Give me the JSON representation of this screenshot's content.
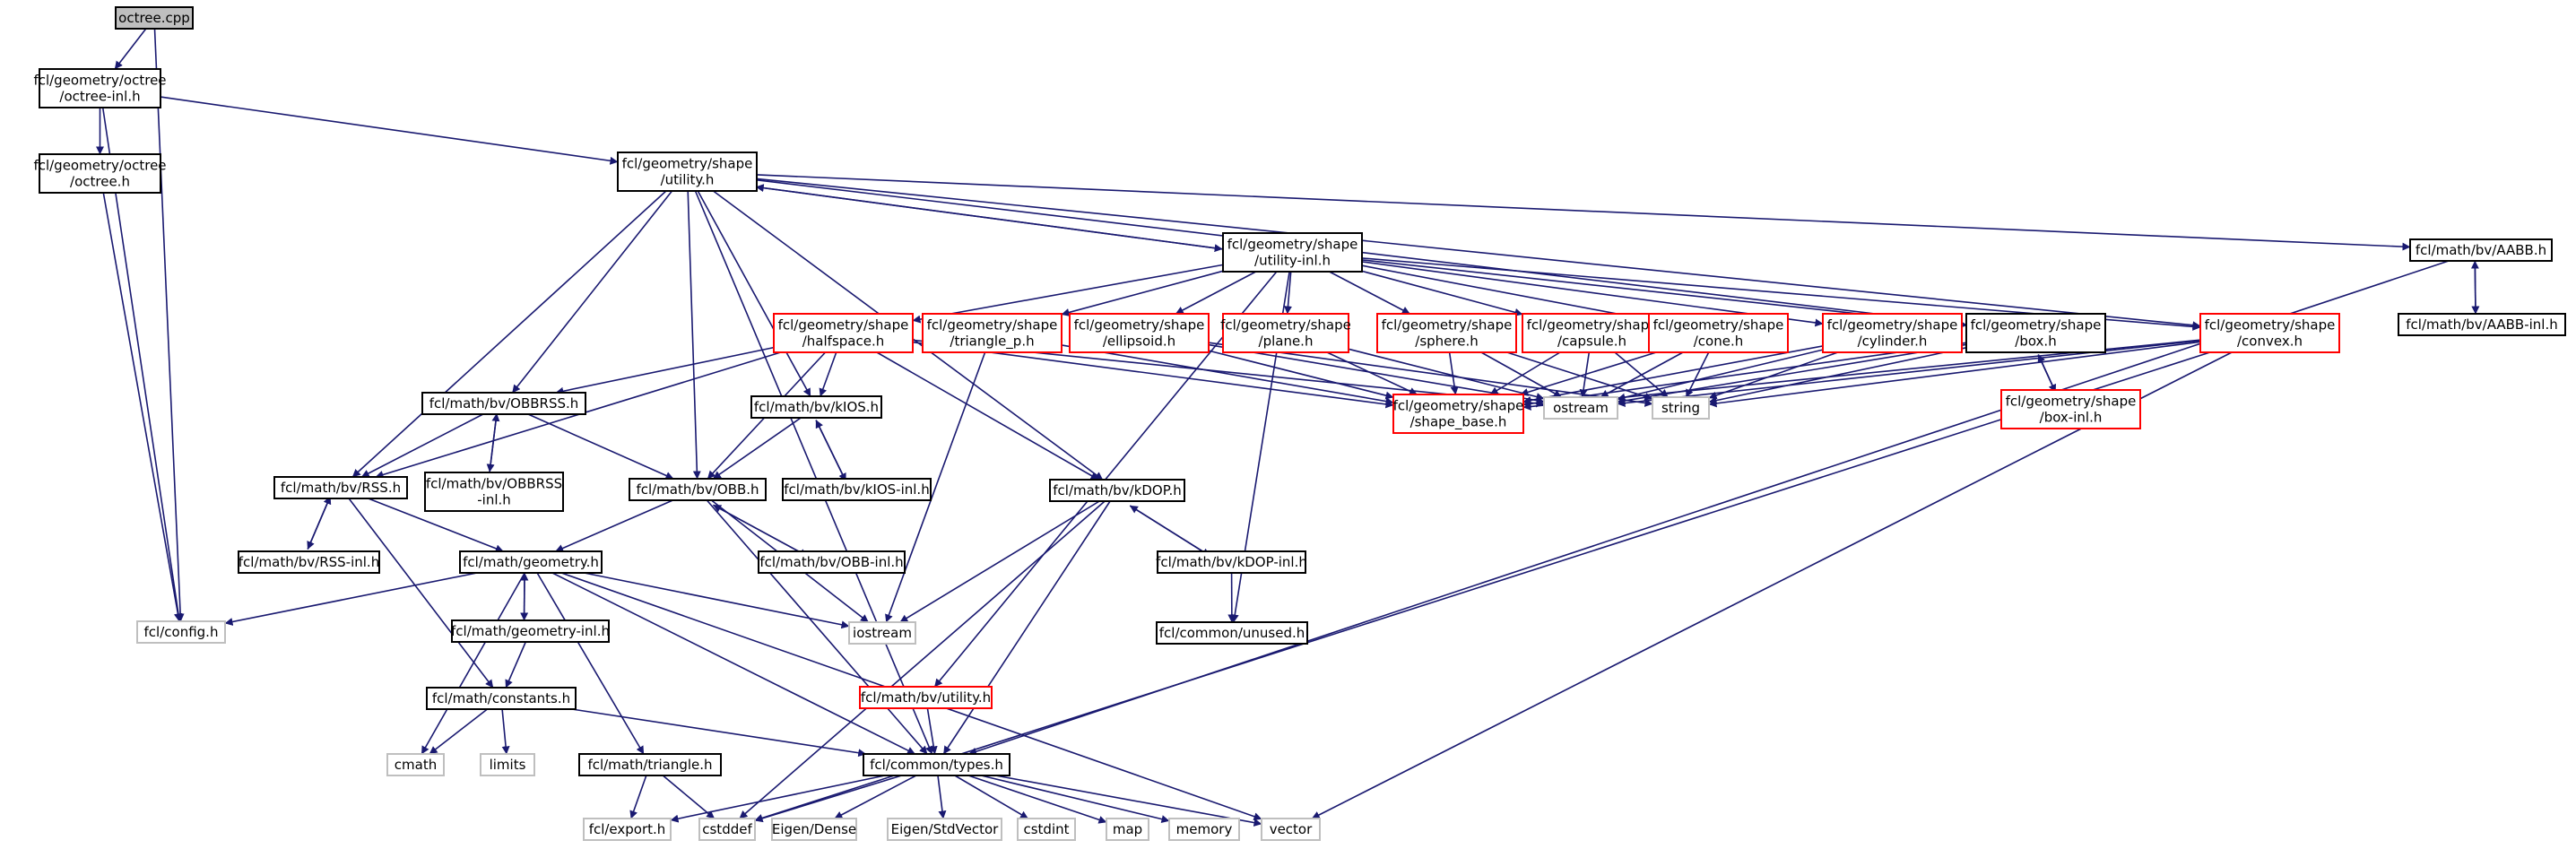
{
  "colors": {
    "edge": "#191970",
    "root_fill": "#bfbfbf",
    "normal_stroke": "#000000",
    "red_stroke": "#ff0000",
    "gray_stroke": "#bfbfbf"
  },
  "nodes": [
    {
      "id": "octree_cpp",
      "lines": [
        "octree.cpp"
      ],
      "style": "root"
    },
    {
      "id": "octree_inl",
      "lines": [
        "fcl/geometry/octree",
        "/octree-inl.h"
      ],
      "style": "normal"
    },
    {
      "id": "octree_h",
      "lines": [
        "fcl/geometry/octree",
        "/octree.h"
      ],
      "style": "normal"
    },
    {
      "id": "shape_utility",
      "lines": [
        "fcl/geometry/shape",
        "/utility.h"
      ],
      "style": "normal"
    },
    {
      "id": "shape_utility_inl",
      "lines": [
        "fcl/geometry/shape",
        "/utility-inl.h"
      ],
      "style": "normal"
    },
    {
      "id": "aabb",
      "lines": [
        "fcl/math/bv/AABB.h"
      ],
      "style": "normal"
    },
    {
      "id": "aabb_inl",
      "lines": [
        "fcl/math/bv/AABB-inl.h"
      ],
      "style": "normal"
    },
    {
      "id": "halfspace",
      "lines": [
        "fcl/geometry/shape",
        "/halfspace.h"
      ],
      "style": "red"
    },
    {
      "id": "triangle_p",
      "lines": [
        "fcl/geometry/shape",
        "/triangle_p.h"
      ],
      "style": "red"
    },
    {
      "id": "ellipsoid",
      "lines": [
        "fcl/geometry/shape",
        "/ellipsoid.h"
      ],
      "style": "red"
    },
    {
      "id": "plane",
      "lines": [
        "fcl/geometry/shape",
        "/plane.h"
      ],
      "style": "red"
    },
    {
      "id": "sphere",
      "lines": [
        "fcl/geometry/shape",
        "/sphere.h"
      ],
      "style": "red"
    },
    {
      "id": "capsule",
      "lines": [
        "fcl/geometry/shape",
        "/capsule.h"
      ],
      "style": "red"
    },
    {
      "id": "cone",
      "lines": [
        "fcl/geometry/shape",
        "/cone.h"
      ],
      "style": "red"
    },
    {
      "id": "cylinder",
      "lines": [
        "fcl/geometry/shape",
        "/cylinder.h"
      ],
      "style": "red"
    },
    {
      "id": "box",
      "lines": [
        "fcl/geometry/shape",
        "/box.h"
      ],
      "style": "normal"
    },
    {
      "id": "convex",
      "lines": [
        "fcl/geometry/shape",
        "/convex.h"
      ],
      "style": "red"
    },
    {
      "id": "shape_base",
      "lines": [
        "fcl/geometry/shape",
        "/shape_base.h"
      ],
      "style": "red"
    },
    {
      "id": "ostream",
      "lines": [
        "ostream"
      ],
      "style": "gray"
    },
    {
      "id": "string",
      "lines": [
        "string"
      ],
      "style": "gray"
    },
    {
      "id": "box_inl",
      "lines": [
        "fcl/geometry/shape",
        "/box-inl.h"
      ],
      "style": "red"
    },
    {
      "id": "obbrss",
      "lines": [
        "fcl/math/bv/OBBRSS.h"
      ],
      "style": "normal"
    },
    {
      "id": "obbrss_inl",
      "lines": [
        "fcl/math/bv/OBBRSS",
        "-inl.h"
      ],
      "style": "normal"
    },
    {
      "id": "kios",
      "lines": [
        "fcl/math/bv/kIOS.h"
      ],
      "style": "normal"
    },
    {
      "id": "kios_inl",
      "lines": [
        "fcl/math/bv/kIOS-inl.h"
      ],
      "style": "normal"
    },
    {
      "id": "rss",
      "lines": [
        "fcl/math/bv/RSS.h"
      ],
      "style": "normal"
    },
    {
      "id": "rss_inl",
      "lines": [
        "fcl/math/bv/RSS-inl.h"
      ],
      "style": "normal"
    },
    {
      "id": "obb",
      "lines": [
        "fcl/math/bv/OBB.h"
      ],
      "style": "normal"
    },
    {
      "id": "obb_inl",
      "lines": [
        "fcl/math/bv/OBB-inl.h"
      ],
      "style": "normal"
    },
    {
      "id": "kdop",
      "lines": [
        "fcl/math/bv/kDOP.h"
      ],
      "style": "normal"
    },
    {
      "id": "kdop_inl",
      "lines": [
        "fcl/math/bv/kDOP-inl.h"
      ],
      "style": "normal"
    },
    {
      "id": "geometry",
      "lines": [
        "fcl/math/geometry.h"
      ],
      "style": "normal"
    },
    {
      "id": "geometry_inl",
      "lines": [
        "fcl/math/geometry-inl.h"
      ],
      "style": "normal"
    },
    {
      "id": "config",
      "lines": [
        "fcl/config.h"
      ],
      "style": "gray"
    },
    {
      "id": "iostream",
      "lines": [
        "iostream"
      ],
      "style": "gray"
    },
    {
      "id": "unused",
      "lines": [
        "fcl/common/unused.h"
      ],
      "style": "normal"
    },
    {
      "id": "constants",
      "lines": [
        "fcl/math/constants.h"
      ],
      "style": "normal"
    },
    {
      "id": "bv_utility",
      "lines": [
        "fcl/math/bv/utility.h"
      ],
      "style": "red"
    },
    {
      "id": "cmath",
      "lines": [
        "cmath"
      ],
      "style": "gray"
    },
    {
      "id": "limits",
      "lines": [
        "limits"
      ],
      "style": "gray"
    },
    {
      "id": "triangle",
      "lines": [
        "fcl/math/triangle.h"
      ],
      "style": "normal"
    },
    {
      "id": "types",
      "lines": [
        "fcl/common/types.h"
      ],
      "style": "normal"
    },
    {
      "id": "export",
      "lines": [
        "fcl/export.h"
      ],
      "style": "gray"
    },
    {
      "id": "cstddef",
      "lines": [
        "cstddef"
      ],
      "style": "gray"
    },
    {
      "id": "eigen_dense",
      "lines": [
        "Eigen/Dense"
      ],
      "style": "gray"
    },
    {
      "id": "eigen_stdvector",
      "lines": [
        "Eigen/StdVector"
      ],
      "style": "gray"
    },
    {
      "id": "cstdint",
      "lines": [
        "cstdint"
      ],
      "style": "gray"
    },
    {
      "id": "map",
      "lines": [
        "map"
      ],
      "style": "gray"
    },
    {
      "id": "memory",
      "lines": [
        "memory"
      ],
      "style": "gray"
    },
    {
      "id": "vector",
      "lines": [
        "vector"
      ],
      "style": "gray"
    }
  ],
  "edges": [
    [
      "octree_cpp",
      "octree_inl"
    ],
    [
      "octree_cpp",
      "config"
    ],
    [
      "octree_inl",
      "octree_h"
    ],
    [
      "octree_inl",
      "shape_utility"
    ],
    [
      "octree_inl",
      "config"
    ],
    [
      "octree_h",
      "config"
    ],
    [
      "shape_utility",
      "shape_utility_inl"
    ],
    [
      "shape_utility",
      "aabb"
    ],
    [
      "shape_utility",
      "obbrss"
    ],
    [
      "shape_utility",
      "kios"
    ],
    [
      "shape_utility",
      "rss"
    ],
    [
      "shape_utility",
      "obb"
    ],
    [
      "shape_utility",
      "kdop"
    ],
    [
      "shape_utility",
      "types"
    ],
    [
      "shape_utility",
      "box"
    ],
    [
      "shape_utility",
      "convex"
    ],
    [
      "shape_utility_inl",
      "shape_utility"
    ],
    [
      "shape_utility_inl",
      "halfspace"
    ],
    [
      "shape_utility_inl",
      "triangle_p"
    ],
    [
      "shape_utility_inl",
      "ellipsoid"
    ],
    [
      "shape_utility_inl",
      "plane"
    ],
    [
      "shape_utility_inl",
      "sphere"
    ],
    [
      "shape_utility_inl",
      "capsule"
    ],
    [
      "shape_utility_inl",
      "cone"
    ],
    [
      "shape_utility_inl",
      "cylinder"
    ],
    [
      "shape_utility_inl",
      "box"
    ],
    [
      "shape_utility_inl",
      "convex"
    ],
    [
      "shape_utility_inl",
      "bv_utility"
    ],
    [
      "shape_utility_inl",
      "unused"
    ],
    [
      "aabb",
      "aabb_inl"
    ],
    [
      "aabb_inl",
      "aabb"
    ],
    [
      "aabb",
      "types"
    ],
    [
      "halfspace",
      "shape_base"
    ],
    [
      "halfspace",
      "ostream"
    ],
    [
      "halfspace",
      "obbrss"
    ],
    [
      "halfspace",
      "kios"
    ],
    [
      "halfspace",
      "obb"
    ],
    [
      "halfspace",
      "kdop"
    ],
    [
      "halfspace",
      "rss"
    ],
    [
      "triangle_p",
      "shape_base"
    ],
    [
      "triangle_p",
      "iostream"
    ],
    [
      "ellipsoid",
      "shape_base"
    ],
    [
      "ellipsoid",
      "ostream"
    ],
    [
      "ellipsoid",
      "string"
    ],
    [
      "plane",
      "shape_base"
    ],
    [
      "plane",
      "ostream"
    ],
    [
      "sphere",
      "shape_base"
    ],
    [
      "sphere",
      "ostream"
    ],
    [
      "sphere",
      "string"
    ],
    [
      "capsule",
      "shape_base"
    ],
    [
      "capsule",
      "ostream"
    ],
    [
      "capsule",
      "string"
    ],
    [
      "cone",
      "shape_base"
    ],
    [
      "cone",
      "ostream"
    ],
    [
      "cone",
      "string"
    ],
    [
      "cylinder",
      "shape_base"
    ],
    [
      "cylinder",
      "ostream"
    ],
    [
      "cylinder",
      "string"
    ],
    [
      "box",
      "shape_base"
    ],
    [
      "box",
      "ostream"
    ],
    [
      "box",
      "string"
    ],
    [
      "box",
      "box_inl"
    ],
    [
      "box_inl",
      "box"
    ],
    [
      "convex",
      "shape_base"
    ],
    [
      "convex",
      "ostream"
    ],
    [
      "convex",
      "string"
    ],
    [
      "convex",
      "vector"
    ],
    [
      "convex",
      "cstddef"
    ],
    [
      "obbrss",
      "obbrss_inl"
    ],
    [
      "obbrss_inl",
      "obbrss"
    ],
    [
      "obbrss",
      "obb"
    ],
    [
      "obbrss",
      "rss"
    ],
    [
      "kios",
      "kios_inl"
    ],
    [
      "kios_inl",
      "kios"
    ],
    [
      "kios",
      "obb"
    ],
    [
      "rss",
      "rss_inl"
    ],
    [
      "rss_inl",
      "rss"
    ],
    [
      "rss",
      "geometry"
    ],
    [
      "rss",
      "constants"
    ],
    [
      "obb",
      "obb_inl"
    ],
    [
      "obb_inl",
      "obb"
    ],
    [
      "obb",
      "geometry"
    ],
    [
      "obb",
      "iostream"
    ],
    [
      "obb",
      "types"
    ],
    [
      "kdop",
      "kdop_inl"
    ],
    [
      "kdop_inl",
      "kdop"
    ],
    [
      "kdop",
      "iostream"
    ],
    [
      "kdop",
      "types"
    ],
    [
      "kdop",
      "cstddef"
    ],
    [
      "kdop_inl",
      "unused"
    ],
    [
      "geometry",
      "geometry_inl"
    ],
    [
      "geometry_inl",
      "geometry"
    ],
    [
      "geometry",
      "config"
    ],
    [
      "geometry",
      "iostream"
    ],
    [
      "geometry",
      "cmath"
    ],
    [
      "geometry",
      "triangle"
    ],
    [
      "geometry",
      "types"
    ],
    [
      "geometry",
      "vector"
    ],
    [
      "geometry_inl",
      "constants"
    ],
    [
      "constants",
      "cmath"
    ],
    [
      "constants",
      "limits"
    ],
    [
      "constants",
      "types"
    ],
    [
      "bv_utility",
      "types"
    ],
    [
      "triangle",
      "export"
    ],
    [
      "triangle",
      "cstddef"
    ],
    [
      "types",
      "export"
    ],
    [
      "types",
      "cstddef"
    ],
    [
      "types",
      "eigen_dense"
    ],
    [
      "types",
      "eigen_stdvector"
    ],
    [
      "types",
      "cstdint"
    ],
    [
      "types",
      "map"
    ],
    [
      "types",
      "memory"
    ],
    [
      "types",
      "vector"
    ]
  ]
}
